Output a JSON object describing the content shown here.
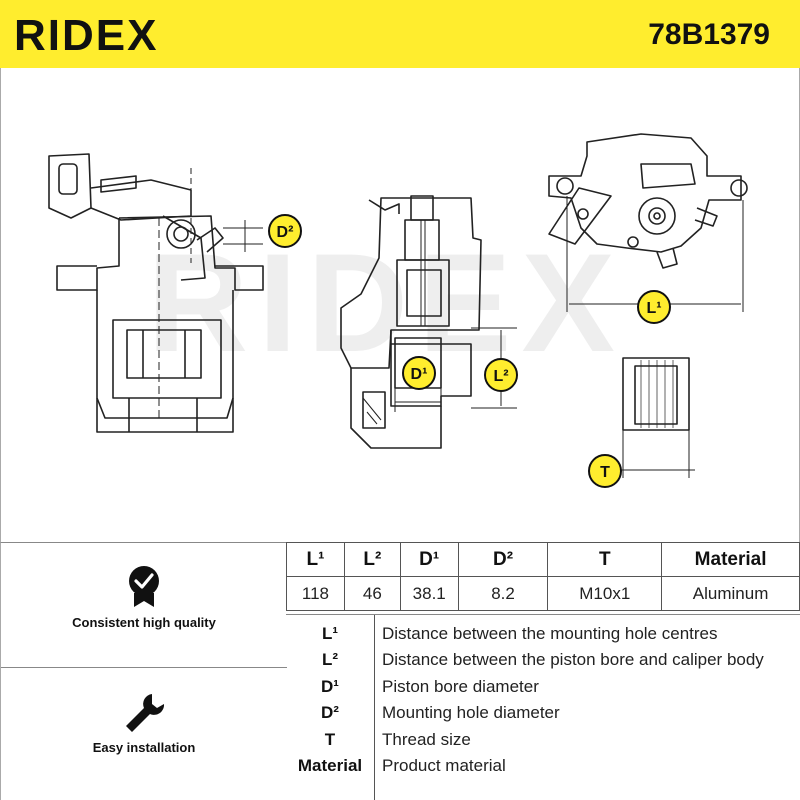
{
  "header": {
    "brand": "RIDEX",
    "part_number": "78B1379",
    "background_color": "#ffed2e"
  },
  "watermark": {
    "text": "RIDEX"
  },
  "drawing": {
    "badges": {
      "d2": "D²",
      "d1": "D¹",
      "l2": "L²",
      "l1": "L¹",
      "t": "T"
    },
    "badge_color": "#ffed2e"
  },
  "benefits": [
    {
      "label": "Consistent high quality",
      "icon": "quality-badge-icon"
    },
    {
      "label": "Easy installation",
      "icon": "wrench-icon"
    }
  ],
  "specs_table": {
    "headers": [
      "L¹",
      "L²",
      "D¹",
      "D²",
      "T",
      "Material"
    ],
    "values": [
      "118",
      "46",
      "38.1",
      "8.2",
      "M10x1",
      "Aluminum"
    ]
  },
  "legend": [
    {
      "term": "L¹",
      "description": "Distance between the mounting hole centres"
    },
    {
      "term": "L²",
      "description": "Distance between the piston bore and caliper body"
    },
    {
      "term": "D¹",
      "description": "Piston bore diameter"
    },
    {
      "term": "D²",
      "description": "Mounting hole diameter"
    },
    {
      "term": "T",
      "description": "Thread size"
    },
    {
      "term": "Material",
      "description": "Product material"
    }
  ]
}
